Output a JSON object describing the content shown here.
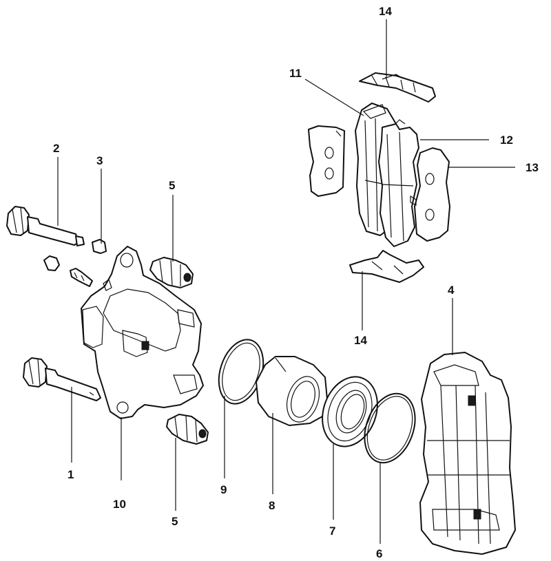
{
  "diagram": {
    "callouts": [
      {
        "id": "c14a",
        "label": "14"
      },
      {
        "id": "c11",
        "label": "11"
      },
      {
        "id": "c12",
        "label": "12"
      },
      {
        "id": "c13",
        "label": "13"
      },
      {
        "id": "c2",
        "label": "2"
      },
      {
        "id": "c3",
        "label": "3"
      },
      {
        "id": "c5a",
        "label": "5"
      },
      {
        "id": "c14b",
        "label": "14"
      },
      {
        "id": "c4",
        "label": "4"
      },
      {
        "id": "c1",
        "label": "1"
      },
      {
        "id": "c10",
        "label": "10"
      },
      {
        "id": "c5b",
        "label": "5"
      },
      {
        "id": "c9",
        "label": "9"
      },
      {
        "id": "c8",
        "label": "8"
      },
      {
        "id": "c7",
        "label": "7"
      },
      {
        "id": "c6",
        "label": "6"
      }
    ]
  },
  "colors": {
    "ink": "#111111",
    "paper": "#ffffff"
  }
}
